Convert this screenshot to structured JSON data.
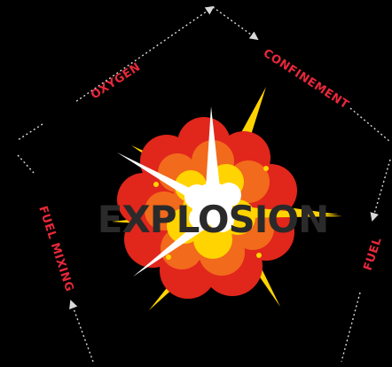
{
  "center": {
    "title": "EXPLOSION",
    "title_color": "#2a2a2a"
  },
  "pentagon_labels": {
    "oxygen": "OXYGEN",
    "confinement": "CONFINEMENT",
    "fuel": "FUEL",
    "fuel_mixing": "FUEL MIXING"
  },
  "colors": {
    "background": "#000000",
    "label": "#e8283a",
    "dotted_edges": "#d9d9d9",
    "blast_red": "#e1261c",
    "blast_orange": "#f26a1b",
    "blast_yellow": "#ffd400",
    "blast_core": "#ffffff"
  },
  "icons": [
    "arrowhead-icon",
    "explosion-icon"
  ]
}
